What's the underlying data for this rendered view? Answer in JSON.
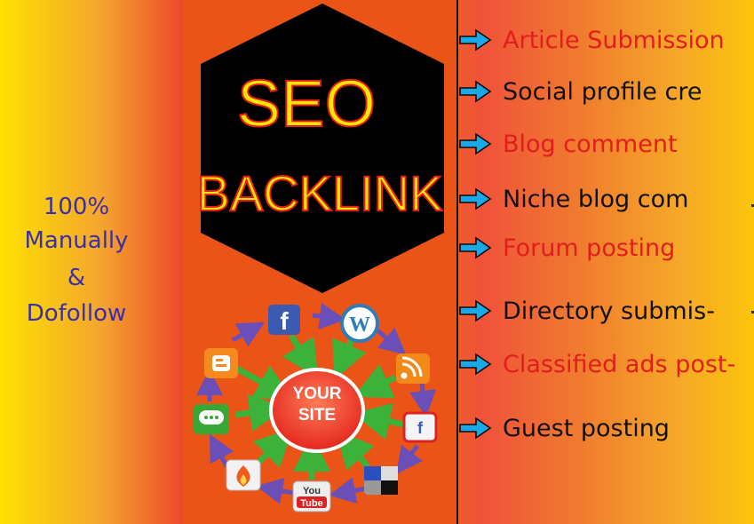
{
  "left": {
    "line1": "100%",
    "line2": "Manually",
    "line3": "&",
    "line4": "Dofollow"
  },
  "title": {
    "line1": "SEO",
    "line2": "BACKLINK"
  },
  "hub": {
    "line1": "YOUR",
    "line2": "SITE"
  },
  "icons": {
    "facebook": "f",
    "wordpress": "W",
    "youtube_top": "You",
    "youtube_bottom": "Tube"
  },
  "services": [
    {
      "label": "Article Submission",
      "color": "#e11d1d"
    },
    {
      "label": "Social profile cre",
      "color": "#111111"
    },
    {
      "label": "Blog comment",
      "color": "#e11d1d"
    },
    {
      "label": "Niche blog com",
      "color": "#111111"
    },
    {
      "label": "Forum posting",
      "color": "#e11d1d"
    },
    {
      "label": "Directory submis-",
      "color": "#111111"
    },
    {
      "label": "Classified ads post-",
      "color": "#e11d1d"
    },
    {
      "label": "Guest posting",
      "color": "#111111"
    }
  ],
  "colors": {
    "arrow": "#1ba8e6",
    "hexagon": "#000000",
    "title_fill": "#ffe600",
    "title_stroke": "#e11d1d",
    "left_text": "#3b2fa6"
  }
}
